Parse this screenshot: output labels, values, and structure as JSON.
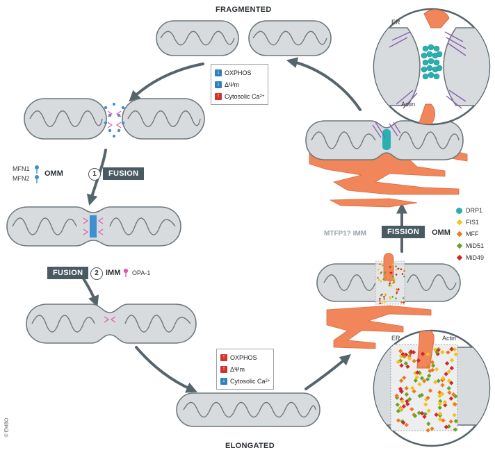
{
  "states": {
    "fragmented": "FRAGMENTED",
    "elongated": "ELONGATED"
  },
  "fusion": {
    "step1": {
      "number": "1",
      "label": "FUSION",
      "membrane": "OMM",
      "proteins": [
        "MFN1",
        "MFN2"
      ]
    },
    "step2": {
      "number": "2",
      "label": "FUSION",
      "membrane": "IMM",
      "protein": "OPA-1"
    }
  },
  "fission": {
    "label": "FISSION",
    "membrane": "OMM",
    "imm_label": "MTFP1? IMM"
  },
  "fragmented_effects": [
    {
      "dir": "down",
      "prefix": "OXPHOS",
      "sup": ""
    },
    {
      "dir": "down",
      "prefix": "ΔΨm",
      "sup": ""
    },
    {
      "dir": "up",
      "prefix": "Cytosolic Ca",
      "sup": "2+"
    }
  ],
  "elongated_effects": [
    {
      "dir": "up",
      "prefix": "OXPHOS",
      "sup": ""
    },
    {
      "dir": "up",
      "prefix": "ΔΨm",
      "sup": ""
    },
    {
      "dir": "down",
      "prefix": "Cytosolic Ca",
      "sup": "2+"
    }
  ],
  "legend": [
    {
      "name": "DRP1",
      "color": "#2ab0b0",
      "shape": "circle"
    },
    {
      "name": "FIS1",
      "color": "#f2c21b",
      "shape": "diamond"
    },
    {
      "name": "MFF",
      "color": "#ec7a1c",
      "shape": "diamond"
    },
    {
      "name": "MiD51",
      "color": "#6aa329",
      "shape": "diamond"
    },
    {
      "name": "MiD49",
      "color": "#d1262a",
      "shape": "diamond"
    }
  ],
  "zoom_top": {
    "er": "ER",
    "actin": "Actin"
  },
  "zoom_bottom": {
    "er": "ER",
    "actin": "Actin"
  },
  "colors": {
    "mito_fill": "#d7dbde",
    "mito_stroke": "#6d787e",
    "er": "#f0865a",
    "tag": "#4a5a63",
    "arrow": "#56646c",
    "opa1": "#e05aa8",
    "mfn": "#3f8fd0"
  },
  "copyright": "© EMBO"
}
